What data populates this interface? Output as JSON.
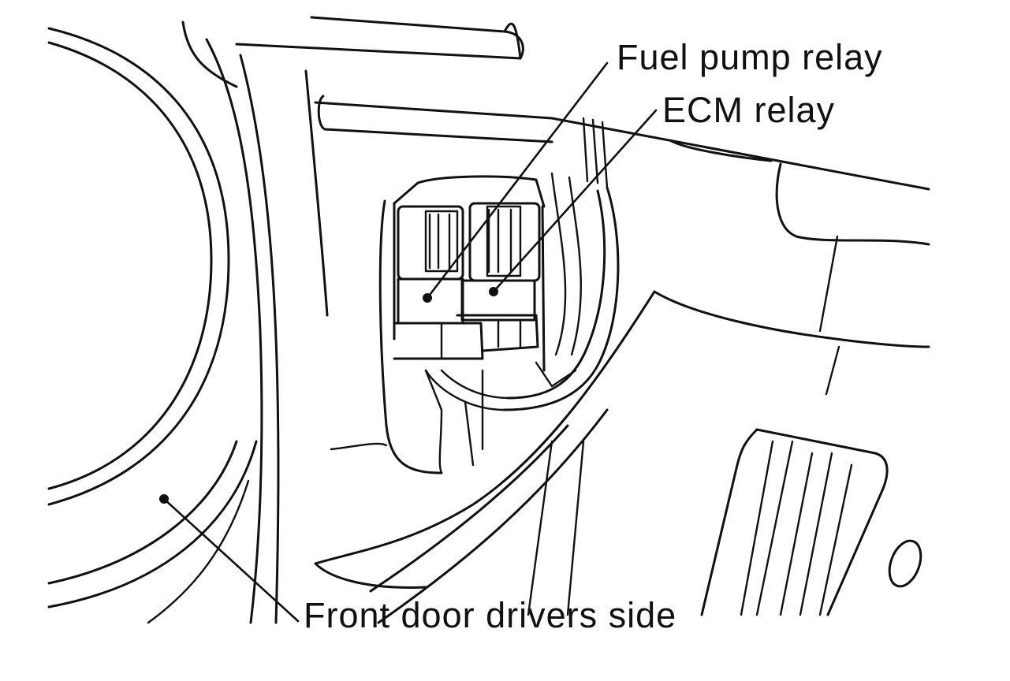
{
  "labels": {
    "fuel_pump_relay": "Fuel pump relay",
    "ecm_relay": "ECM relay",
    "front_door": "Front door drivers side"
  },
  "colors": {
    "line": "#111111",
    "background": "#ffffff"
  }
}
